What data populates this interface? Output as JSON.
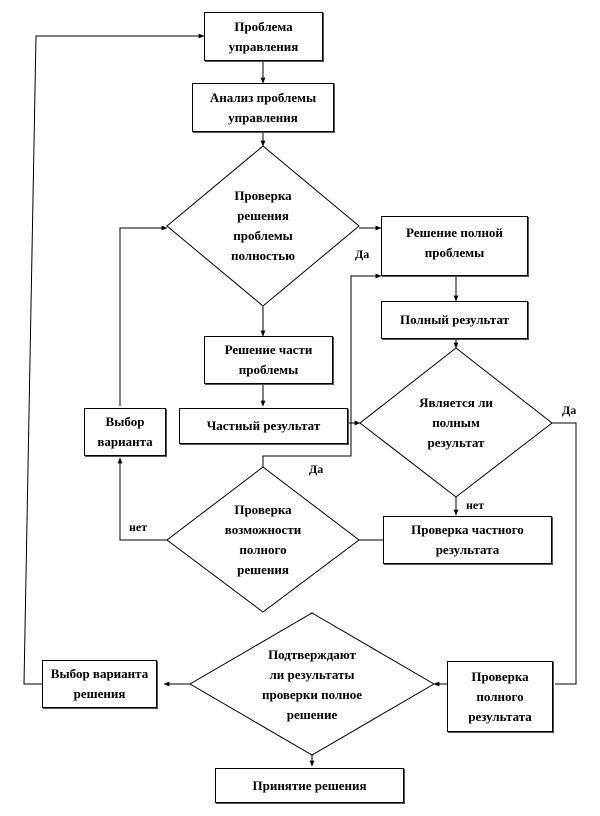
{
  "diagram": {
    "type": "flowchart",
    "nodes": {
      "problem": "Проблема\nуправления",
      "analysis": "Анализ проблемы\nуправления",
      "check_full": "Проверка\nрешения\nпроблемы\nполностью",
      "solve_full": "Решение полной\nпроблемы",
      "full_result": "Полный результат",
      "solve_part": "Решение части\nпроблемы",
      "partial_result": "Частный результат",
      "choose_variant": "Выбор\nварианта",
      "is_full": "Является ли\nполным\nрезультат",
      "check_possibility": "Проверка\nвозможности\nполного\nрешения",
      "check_partial": "Проверка частного\nрезультата",
      "confirm": "Подтверждают\nли результаты\nпроверки полное\nрешение",
      "choose_solution": "Выбор варианта\nрешения",
      "check_full_result": "Проверка\nполного\nрезультата",
      "decision": "Принятие решения"
    },
    "labels": {
      "yes_1": "Да",
      "yes_2": "Да",
      "yes_3": "Да",
      "no_1": "нет",
      "no_2": "нет"
    },
    "edges": [
      {
        "from": "problem",
        "to": "analysis"
      },
      {
        "from": "analysis",
        "to": "check_full"
      },
      {
        "from": "check_full",
        "to": "solve_full",
        "label": "Да"
      },
      {
        "from": "check_full",
        "to": "solve_part"
      },
      {
        "from": "solve_part",
        "to": "partial_result"
      },
      {
        "from": "partial_result",
        "to": "is_full"
      },
      {
        "from": "solve_full",
        "to": "full_result"
      },
      {
        "from": "full_result",
        "to": "is_full"
      },
      {
        "from": "is_full",
        "to": "check_partial",
        "label": "нет"
      },
      {
        "from": "is_full",
        "to": "check_full_result",
        "label": "Да"
      },
      {
        "from": "check_partial",
        "to": "check_possibility"
      },
      {
        "from": "check_possibility",
        "to": "solve_full",
        "label": "Да"
      },
      {
        "from": "check_possibility",
        "to": "choose_variant",
        "label": "нет"
      },
      {
        "from": "choose_variant",
        "to": "check_full"
      },
      {
        "from": "check_full_result",
        "to": "confirm"
      },
      {
        "from": "confirm",
        "to": "choose_solution"
      },
      {
        "from": "confirm",
        "to": "decision"
      },
      {
        "from": "choose_solution",
        "to": "problem"
      }
    ]
  }
}
